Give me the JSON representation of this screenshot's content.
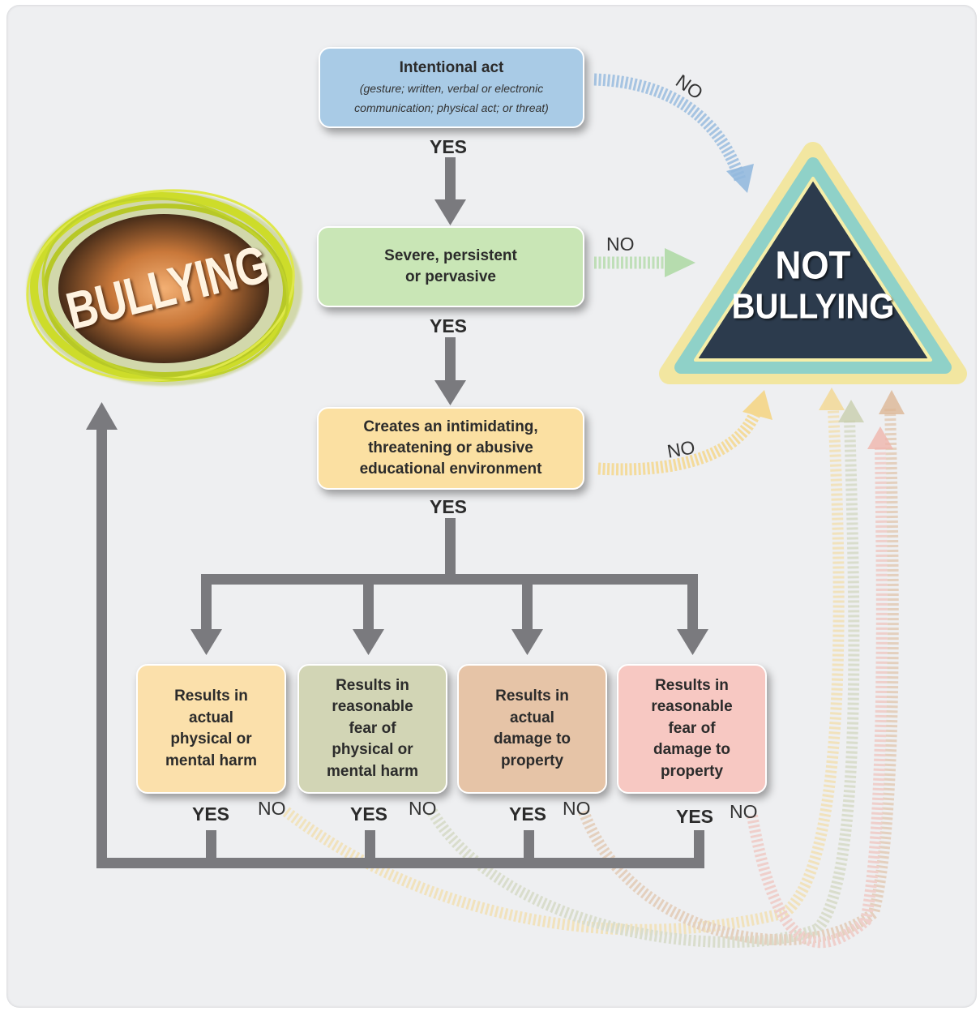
{
  "nodes": {
    "intent": {
      "title": "Intentional act",
      "detail": "(gesture; written, verbal or electronic\ncommunication; physical act; or threat)",
      "color": "#a9cbe6"
    },
    "severe": {
      "title": "Severe, persistent\nor pervasive",
      "color": "#c9e6b6"
    },
    "environment": {
      "title": "Creates an intimidating,\nthreatening or abusive\neducational environment",
      "color": "#fbe0a2"
    },
    "results": [
      {
        "title": "Results in\nactual\nphysical or\nmental harm",
        "color": "#fbe0ab"
      },
      {
        "title": "Results in\nreasonable\nfear of\nphysical or\nmental harm",
        "color": "#d2d5b5"
      },
      {
        "title": "Results in\nactual\ndamage to\nproperty",
        "color": "#e6c4a7"
      },
      {
        "title": "Results in\nreasonable\nfear of\ndamage to\nproperty",
        "color": "#f7c8c2"
      }
    ]
  },
  "outcomes": {
    "bullying": "BULLYING",
    "not_bullying_line1": "NOT",
    "not_bullying_line2": "BULLYING"
  },
  "labels": {
    "yes": "YES",
    "no": "NO"
  },
  "colors": {
    "connector": "#7a7a7e",
    "no_arrow_blue": "#93b9de",
    "no_arrow_green": "#b6dcae",
    "no_arrow_yellow": "#f4d891",
    "no_arrow_olive": "#c9cfae",
    "no_arrow_tan": "#ddb796",
    "no_arrow_pink": "#f0b6ad",
    "bullying_glow": "#cddc2a",
    "bullying_core": "#c9783a",
    "triangle_fill": "#2c3b4d",
    "triangle_ring": "#8fd1c8",
    "triangle_rim": "#f2e6a0"
  }
}
